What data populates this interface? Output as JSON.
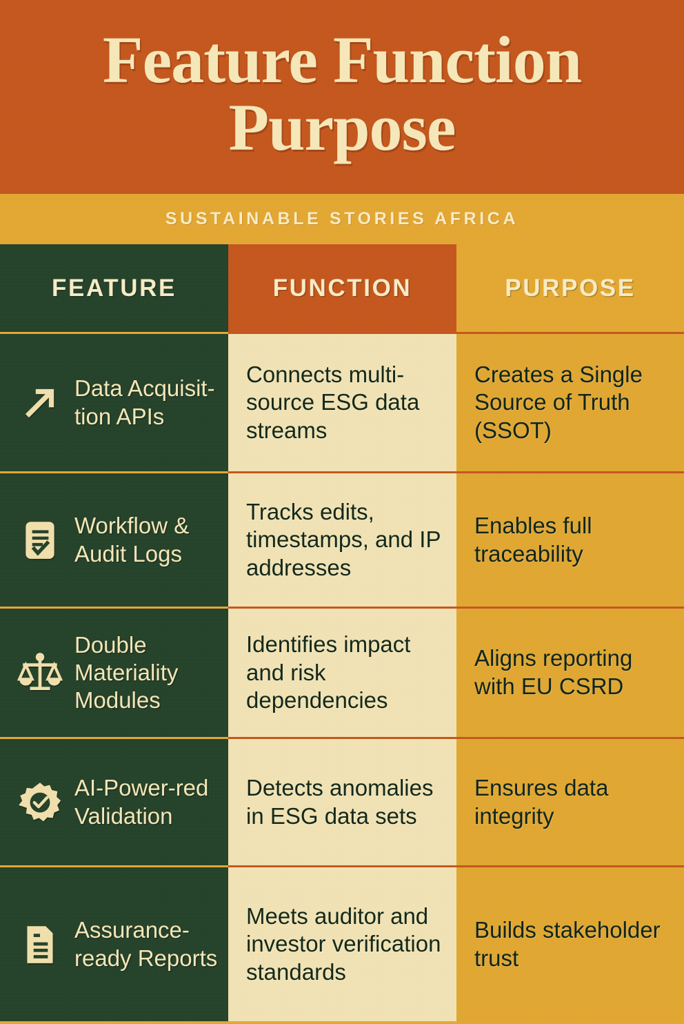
{
  "header": {
    "title_line1": "Feature Function",
    "title_line2": "Purpose",
    "subtitle": "SUSTAINABLE STORIES AFRICA",
    "colors": {
      "banner_bg": "#C4581F",
      "subtitle_bg": "#E3A833",
      "title_text": "#F5E7B8",
      "subtitle_text": "#F7EBC6"
    }
  },
  "table": {
    "columns": [
      {
        "key": "feature",
        "label": "FEATURE",
        "header_bg": "#26432C",
        "cell_bg": "#26432C",
        "text_color": "#F4E6B6"
      },
      {
        "key": "function",
        "label": "FUNCTION",
        "header_bg": "#C4581F",
        "cell_bg": "#F0E2B4",
        "text_color": "#14281A"
      },
      {
        "key": "purpose",
        "label": "PURPOSE",
        "header_bg": "#E3A833",
        "cell_bg": "#E0A733",
        "text_color": "#10251A"
      }
    ],
    "rows": [
      {
        "icon": "arrow-up-right-icon",
        "feature": "Data Acquisit-tion APIs",
        "function": "Connects multi-source ESG data streams",
        "purpose": "Creates a Single Source of Truth (SSOT)"
      },
      {
        "icon": "checklist-document-icon",
        "feature": "Workflow & Audit Logs",
        "function": "Tracks edits, timestamps, and IP addresses",
        "purpose": "Enables full traceability"
      },
      {
        "icon": "balance-scales-icon",
        "feature": "Double Materiality Modules",
        "function": "Identifies impact and risk dependencies",
        "purpose": "Aligns reporting with EU CSRD"
      },
      {
        "icon": "gear-check-icon",
        "feature": "AI-Power-red Validation",
        "function": "Detects anomalies in ESG data sets",
        "purpose": "Ensures data integrity"
      },
      {
        "icon": "document-lines-icon",
        "feature": "Assurance-ready Reports",
        "function": "Meets auditor and investor verification standards",
        "purpose": "Builds stakeholder trust"
      }
    ]
  }
}
